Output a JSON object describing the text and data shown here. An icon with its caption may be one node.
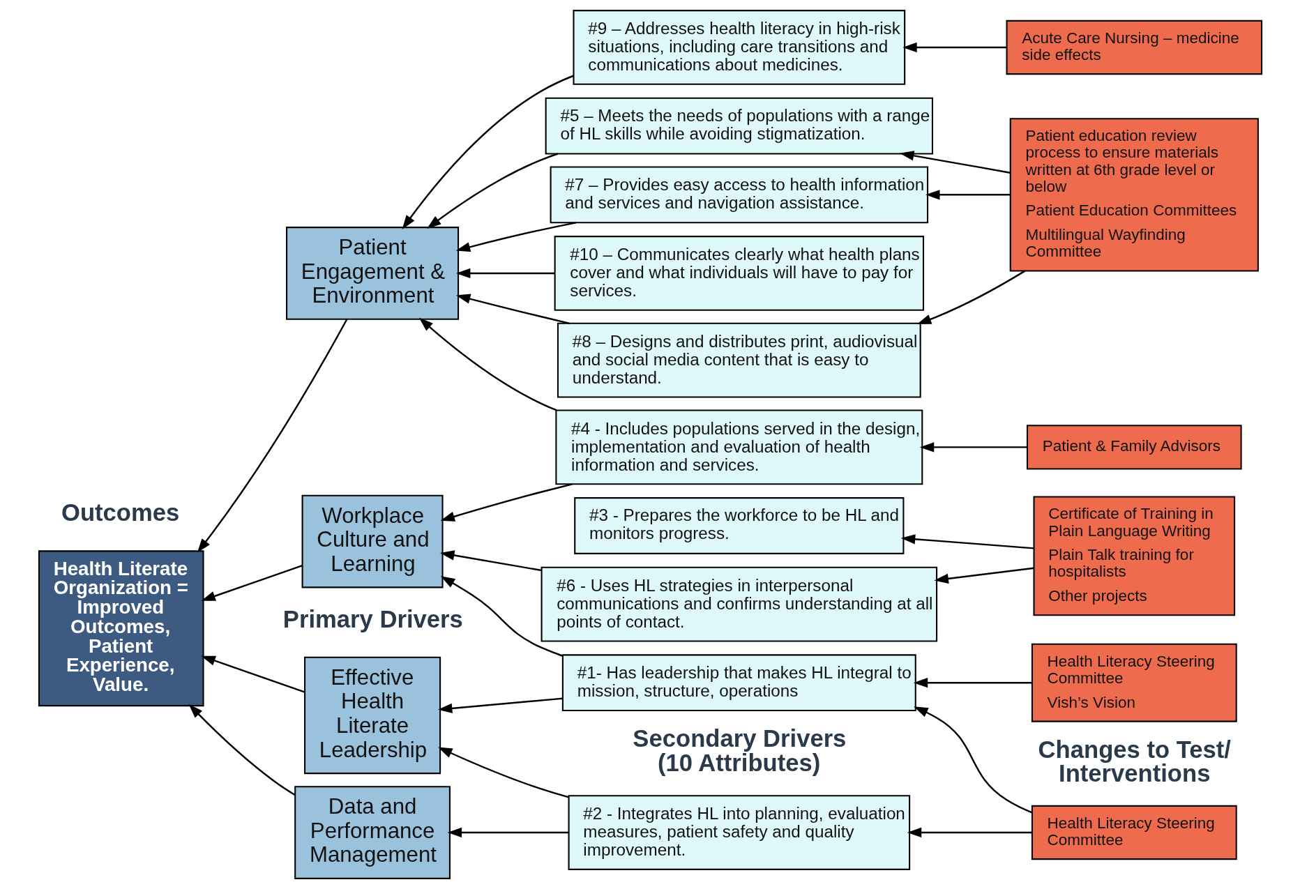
{
  "diagram": {
    "nodes": [
      {
        "text": [
          "Health Literate Organization = Improved Outcomes, Patient Experience, Value."
        ]
      },
      {
        "text": [
          "Data and Performance Management"
        ]
      },
      {
        "text": [
          "Effective Health Literate Leadership"
        ]
      },
      {
        "text": [
          "Workplace Culture and Learning"
        ]
      },
      {
        "text": [
          "Patient Engagement & Environment"
        ]
      },
      {
        "text": [
          "#2 - Integrates HL into planning, evaluation measures, patient safety and quality improvement."
        ]
      },
      {
        "text": [
          "#1- Has leadership that makes HL integral to mission, structure, operations"
        ]
      },
      {
        "text": [
          "#6 - Uses HL strategies in interpersonal communications and confirms understanding at all points of contact."
        ]
      },
      {
        "text": [
          "#3 - Prepares the workforce to be HL and monitors progress."
        ]
      },
      {
        "text": [
          "#4 - Includes populations served in the design, implementation and evaluation of health information and services."
        ]
      },
      {
        "text": [
          "#5 – Meets the needs of populations with a range of HL skills while avoiding stigmatization."
        ]
      },
      {
        "text": [
          "#7 – Provides easy access to health information and services and navigation assistance."
        ]
      },
      {
        "text": [
          "#8 – Designs and distributes print, audiovisual and social media content that is easy to understand."
        ]
      },
      {
        "text": [
          "#9 – Addresses health literacy in high-risk situations, including care transitions and communications about medicines."
        ]
      },
      {
        "text": [
          "#10 – Communicates clearly what health plans cover and what individuals will have to pay for services."
        ]
      },
      {
        "text": [
          "Health Literacy Steering Committee"
        ]
      },
      {
        "text": [
          "Health Literacy Steering Committee",
          "Vish’s Vision"
        ]
      },
      {
        "text": [
          "Certificate of Training in Plain Language Writing",
          "Plain Talk training for hospitalists",
          "Other projects"
        ]
      },
      {
        "text": [
          "Patient & Family Advisors"
        ]
      },
      {
        "text": [
          "Patient education review process to ensure materials written at 6th grade level or below",
          "Patient Education Committees",
          "Multilingual Wayfinding Committee"
        ]
      },
      {
        "text": [
          "Acute Care Nursing – medicine side effects"
        ]
      }
    ],
    "edges": [
      {
        "from": 1,
        "to": 0,
        "arrow": "to"
      },
      {
        "from": 2,
        "to": 0,
        "arrow": "to"
      },
      {
        "from": 3,
        "to": 0,
        "arrow": "to"
      },
      {
        "from": 4,
        "to": 0,
        "arrow": "to"
      },
      {
        "from": 5,
        "to": 1,
        "arrow": "to"
      },
      {
        "from": 5,
        "to": 2,
        "arrow": "to"
      },
      {
        "from": 6,
        "to": 2,
        "arrow": "to"
      },
      {
        "from": 6,
        "to": 3,
        "arrow": "to"
      },
      {
        "from": 7,
        "to": 3,
        "arrow": "to"
      },
      {
        "from": 9,
        "to": 3,
        "arrow": "to"
      },
      {
        "from": 9,
        "to": 4,
        "arrow": "to"
      },
      {
        "from": 10,
        "to": 4,
        "arrow": "to"
      },
      {
        "from": 11,
        "to": 4,
        "arrow": "to"
      },
      {
        "from": 12,
        "to": 4,
        "arrow": "to"
      },
      {
        "from": 13,
        "to": 4,
        "arrow": "to"
      },
      {
        "from": 14,
        "to": 4,
        "arrow": "to"
      },
      {
        "from": 15,
        "to": 5,
        "arrow": "to"
      },
      {
        "from": 15,
        "to": 6,
        "arrow": "to"
      },
      {
        "from": 16,
        "to": 6,
        "arrow": "to"
      },
      {
        "from": 17,
        "to": 7,
        "arrow": "to"
      },
      {
        "from": 17,
        "to": 8,
        "arrow": "to"
      },
      {
        "from": 18,
        "to": 9,
        "arrow": "to"
      },
      {
        "from": 19,
        "to": 10,
        "arrow": "to"
      },
      {
        "from": 19,
        "to": 11,
        "arrow": "to"
      },
      {
        "from": 19,
        "to": 12,
        "arrow": "to"
      },
      {
        "from": 20,
        "to": 13,
        "arrow": "to"
      }
    ],
    "labels": [
      "Outcomes",
      "Primary Drivers",
      "Secondary Drivers (10 Attributes)",
      "Changes to Test/ Interventions"
    ]
  }
}
